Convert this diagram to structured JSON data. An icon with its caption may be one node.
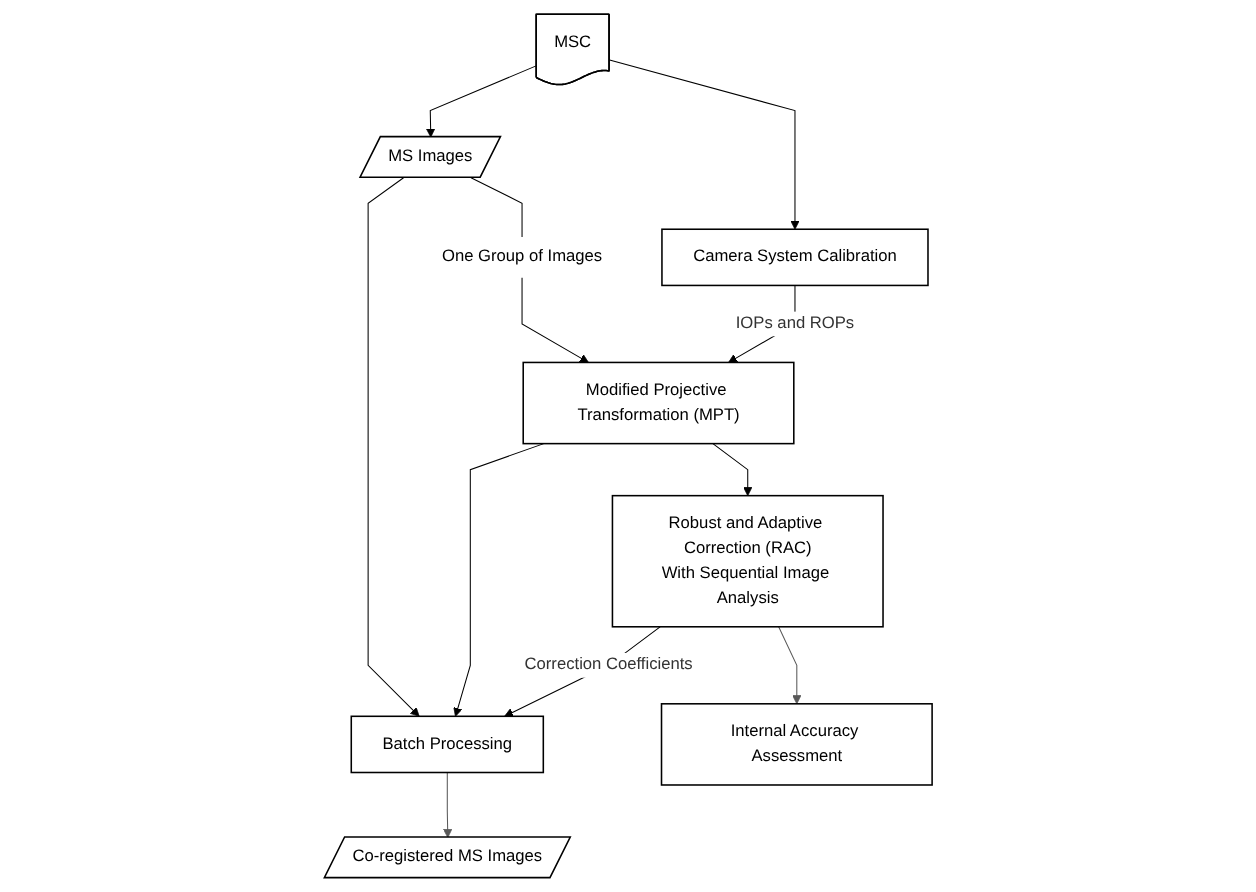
{
  "diagram": {
    "nodes": [
      {
        "text": [
          "MSC"
        ]
      },
      {
        "text": [
          "Camera System Calibration"
        ]
      },
      {
        "text": [
          "One Group of Images"
        ]
      },
      {
        "text": [
          "MS Images"
        ]
      },
      {
        "text": [
          "Modified Projective Transformation (MPT)"
        ]
      },
      {
        "text": [
          "Batch Processing"
        ]
      },
      {
        "text": [
          "Internal Accuracy Assessment"
        ]
      },
      {
        "text": [
          "Robust and Adaptive Correction (RAC)",
          "With Sequential Image Analysis"
        ]
      },
      {
        "text": [
          "Co-registered MS Images"
        ]
      }
    ],
    "edges": [
      {
        "from": 0,
        "to": 1,
        "arrow": "to"
      },
      {
        "from": 0,
        "to": 3,
        "arrow": "to"
      },
      {
        "from": 3,
        "to": 2,
        "arrow": "none"
      },
      {
        "from": 2,
        "to": 4,
        "arrow": "to"
      },
      {
        "from": 1,
        "to": 4,
        "arrow": "to",
        "label": "IOPs and ROPs"
      },
      {
        "from": 3,
        "to": 5,
        "arrow": "to"
      },
      {
        "from": 4,
        "to": 5,
        "arrow": "to"
      },
      {
        "from": 4,
        "to": 7,
        "arrow": "to"
      },
      {
        "from": 7,
        "to": 5,
        "arrow": "to",
        "label": "Correction Coefficients"
      },
      {
        "from": 7,
        "to": 6,
        "arrow": "to",
        "color": "#595959"
      },
      {
        "from": 5,
        "to": 8,
        "arrow": "to",
        "color": "#595959"
      }
    ]
  }
}
